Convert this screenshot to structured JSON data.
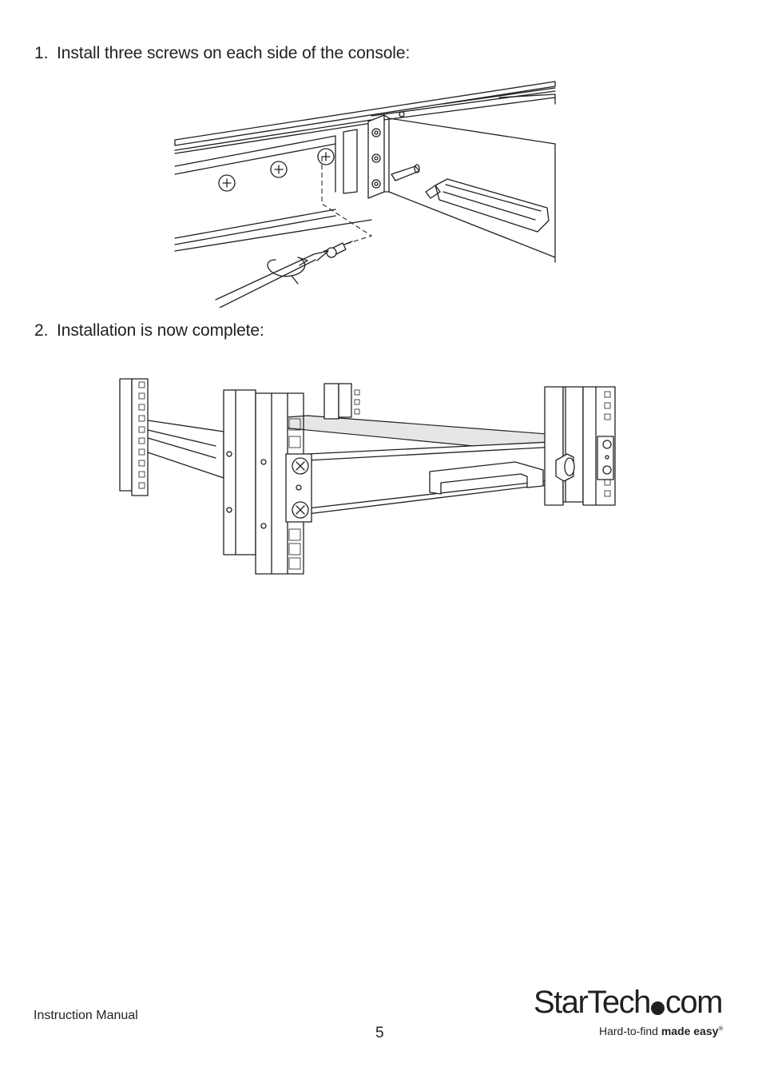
{
  "steps": [
    {
      "number": "1.",
      "text": "Install three screws on each side of the console:"
    },
    {
      "number": "2.",
      "text": "Installation is now complete:"
    }
  ],
  "footer": {
    "label": "Instruction Manual",
    "page_number": "5"
  },
  "brand": {
    "name_part1": "StarTech",
    "name_part2": "com",
    "tagline_plain": "Hard-to-find ",
    "tagline_bold": "made easy",
    "registered_mark": "®"
  }
}
